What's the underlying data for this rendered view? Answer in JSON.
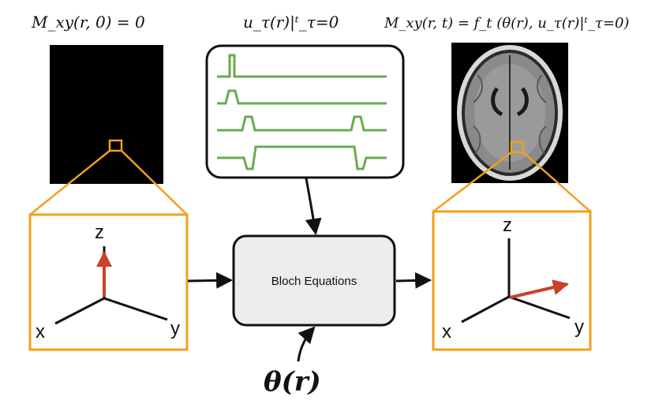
{
  "labels": {
    "initial_state": "M_xy(r, 0) = 0",
    "control_sequence": "u_τ(r)|ᵗ_τ=0",
    "result": "M_xy(r, t) = f_t (θ(r), u_τ(r)|ᵗ_τ=0)",
    "parameters": "θ(r)",
    "bloch_box": "Bloch Equations"
  },
  "axes_left": {
    "z": "z",
    "x": "x",
    "y": "y"
  },
  "axes_right": {
    "z": "z",
    "x": "x",
    "y": "y"
  },
  "colors": {
    "orange": "#f0a01e",
    "green": "#6aaa50",
    "vector": "#c8432a",
    "box_fill": "#ececec"
  }
}
